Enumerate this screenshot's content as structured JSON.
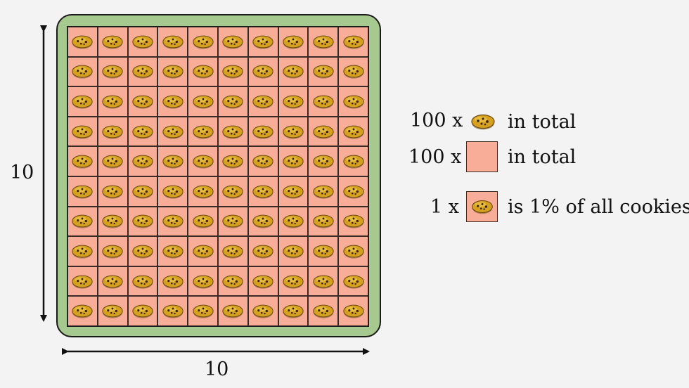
{
  "dimensions": {
    "side_label": "10",
    "bottom_label": "10"
  },
  "grid": {
    "rows": 10,
    "cols": 10,
    "cell_icon": "cookie-icon"
  },
  "legend": {
    "row1": {
      "count": "100 x",
      "icon": "cookie-icon",
      "text": "in total"
    },
    "row2": {
      "count": "100 x",
      "icon": "square-cell",
      "text": "in total"
    },
    "row3": {
      "count": "1 x",
      "icon": "cookie-in-cell",
      "text": "is 1% of all cookies"
    }
  },
  "colors": {
    "cell_fill": "#f7ad97",
    "board_fill": "#a6c98f",
    "cookie_fill": "#d6a11f",
    "cookie_chip": "#3a2410"
  }
}
